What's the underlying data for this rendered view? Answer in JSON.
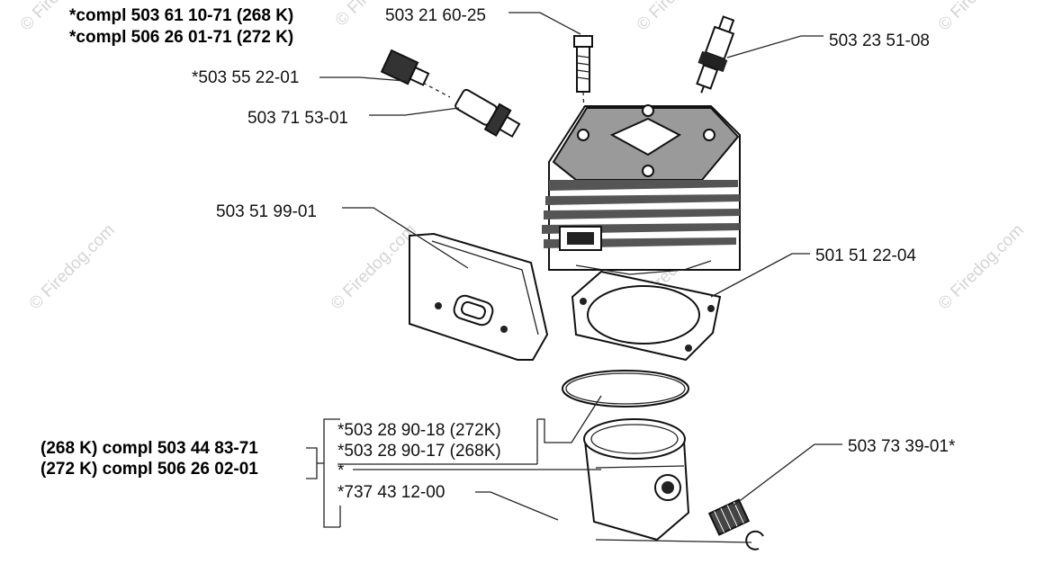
{
  "header": {
    "assembly_line_1": "*compl 503 61 10-71 (268 K)",
    "assembly_line_2": "*compl 506 26 01-71 (272 K)"
  },
  "parts": {
    "bolt": "503 21 60-25",
    "spark_plug": "503 23 51-08",
    "decompression_valve": "*503 55 22-01",
    "valve_adapter": "503 71 53-01",
    "heat_shield": "503 51 99-01",
    "cylinder_gasket": "501 51 22-04",
    "piston_ring_272k": "*503 28 90-18 (272K)",
    "piston_ring_268k": "*503 28 90-17 (268K)",
    "piston": "*",
    "piston_pin": "*737 43 12-00",
    "needle_bearing": "503 73 39-01*"
  },
  "piston_assembly": {
    "line_1": "(268 K) compl 503 44 83-71",
    "line_2": "(272 K) compl 506 26 02-01"
  },
  "watermark": "© Firedog.com"
}
